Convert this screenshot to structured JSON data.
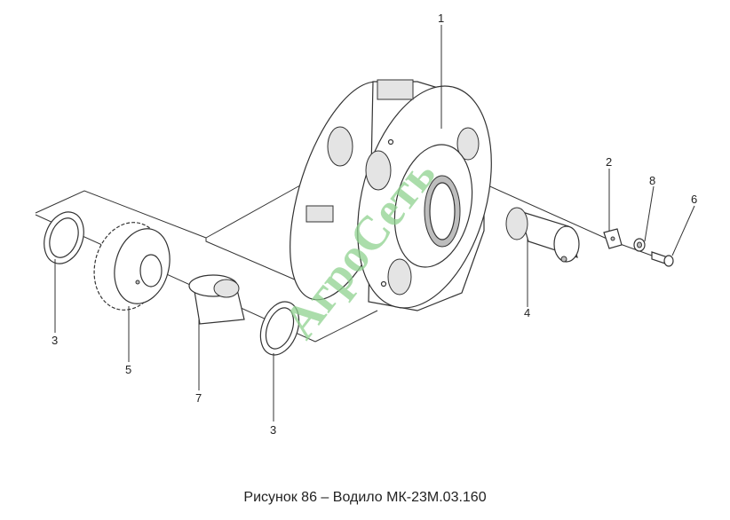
{
  "caption": "Рисунок 86 – Водило МК-23М.03.160",
  "watermark": "АгроСеть",
  "watermark_color": "#8fd28f",
  "callouts": [
    {
      "id": "c1",
      "label": "1"
    },
    {
      "id": "c2",
      "label": "2"
    },
    {
      "id": "c8",
      "label": "8"
    },
    {
      "id": "c6",
      "label": "6"
    },
    {
      "id": "c4",
      "label": "4"
    },
    {
      "id": "c3a",
      "label": "3"
    },
    {
      "id": "c5",
      "label": "5"
    },
    {
      "id": "c7",
      "label": "7"
    },
    {
      "id": "c3b",
      "label": "3"
    }
  ]
}
